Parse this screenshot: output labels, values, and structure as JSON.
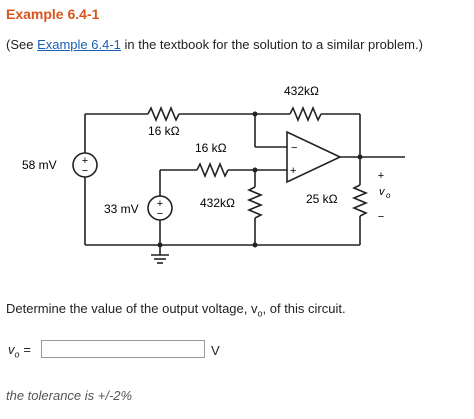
{
  "header": {
    "title": "Example 6.4-1"
  },
  "reference": {
    "prefix": "(See ",
    "link_text": "Example 6.4-1",
    "suffix": " in the textbook for the solution to a similar problem.)"
  },
  "circuit": {
    "source_left": "58 mV",
    "source_mid": "33 mV",
    "r_top": "16 kΩ",
    "r_mid": "16 kΩ",
    "r_feedback": "432kΩ",
    "r_ground": "432kΩ",
    "r_load": "25 kΩ",
    "plus": "+",
    "minus": "−",
    "vo_label": "v",
    "vo_sub": "o",
    "opamp_minus": "−",
    "opamp_plus": "+"
  },
  "question": {
    "text": "Determine the value of the output voltage, v",
    "sub": "o",
    "suffix": ", of this circuit."
  },
  "answer": {
    "label": "v",
    "label_sub": "o",
    "label_eq": " =",
    "value": "",
    "unit": "V"
  },
  "tolerance": "the tolerance is +/-2%"
}
